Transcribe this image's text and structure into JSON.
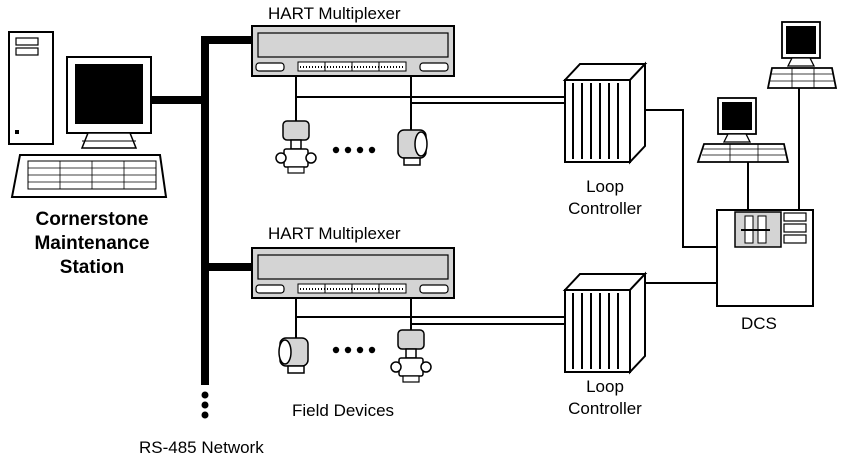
{
  "labels": {
    "mux_top": "HART Multiplexer",
    "mux_bottom": "HART Multiplexer",
    "station": [
      "Cornerstone",
      "Maintenance",
      "Station"
    ],
    "loop_top": [
      "Loop",
      "Controller"
    ],
    "loop_bottom": [
      "Loop",
      "Controller"
    ],
    "dcs": "DCS",
    "field_devices": "Field Devices",
    "network": "RS-485 Network"
  },
  "icons": [
    "desktop-computer-icon",
    "crt-monitor-icon",
    "keyboard-icon",
    "hart-multiplexer-icon",
    "pressure-transmitter-icon",
    "temperature-transmitter-icon",
    "loop-controller-cabinet-icon",
    "dcs-cabinet-icon",
    "workstation-icon"
  ],
  "colors": {
    "line": "#000000",
    "panel": "#d4d4d4",
    "background": "#ffffff"
  }
}
